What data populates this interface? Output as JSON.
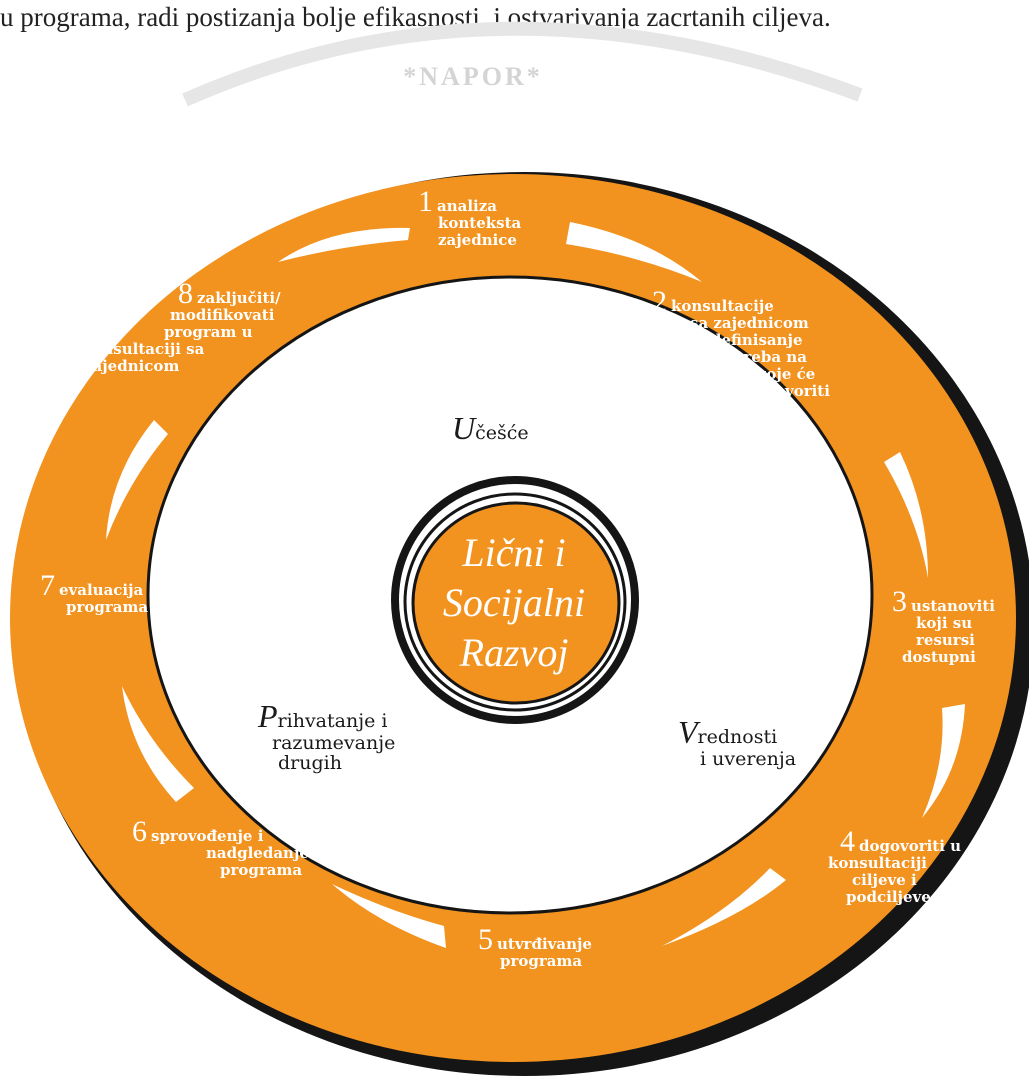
{
  "page": {
    "intro_text": "u programa, radi postizanja bolje efikasnosti, i ostvarivanja zacrtanih ciljeva."
  },
  "watermark": {
    "text": "*NAPOR*"
  },
  "colors": {
    "ring": "#f2921f",
    "outline": "#151515",
    "arrow": "#ffffff",
    "center": "#f2921f"
  },
  "center": {
    "line1": "Lični i",
    "line2": "Socijalni",
    "line3": "Razvoj"
  },
  "inner_labels": {
    "ucesce": {
      "cap": "U",
      "rest": "češće"
    },
    "prihvatanje": {
      "cap": "P",
      "line1": "rihvatanje i",
      "line2": "razumevanje",
      "line3": "drugih"
    },
    "vrednosti": {
      "cap": "V",
      "line1": "rednosti",
      "line2": "i uverenja"
    }
  },
  "steps": [
    {
      "num": "1",
      "lines": [
        "analiza",
        "konteksta",
        "zajednice"
      ]
    },
    {
      "num": "2",
      "lines": [
        "konsultacije",
        "sa zajednicom",
        "i definisanje",
        "potreba na",
        "koje će",
        "odgovoriti"
      ]
    },
    {
      "num": "3",
      "lines": [
        "ustanoviti",
        "koji su",
        "resursi",
        "dostupni"
      ]
    },
    {
      "num": "4",
      "lines": [
        "dogovoriti u",
        "konsultaciji",
        "ciljeve i",
        "podciljeve"
      ]
    },
    {
      "num": "5",
      "lines": [
        "utvrđivanje",
        "programa"
      ]
    },
    {
      "num": "6",
      "lines": [
        "sprovođenje i",
        "nadgledanje",
        "programa"
      ]
    },
    {
      "num": "7",
      "lines": [
        "evaluacija",
        "programa"
      ]
    },
    {
      "num": "8",
      "lines": [
        "zaključiti/",
        "modifikovati",
        "program u",
        "konsultaciji sa",
        "zajednicom"
      ]
    }
  ]
}
